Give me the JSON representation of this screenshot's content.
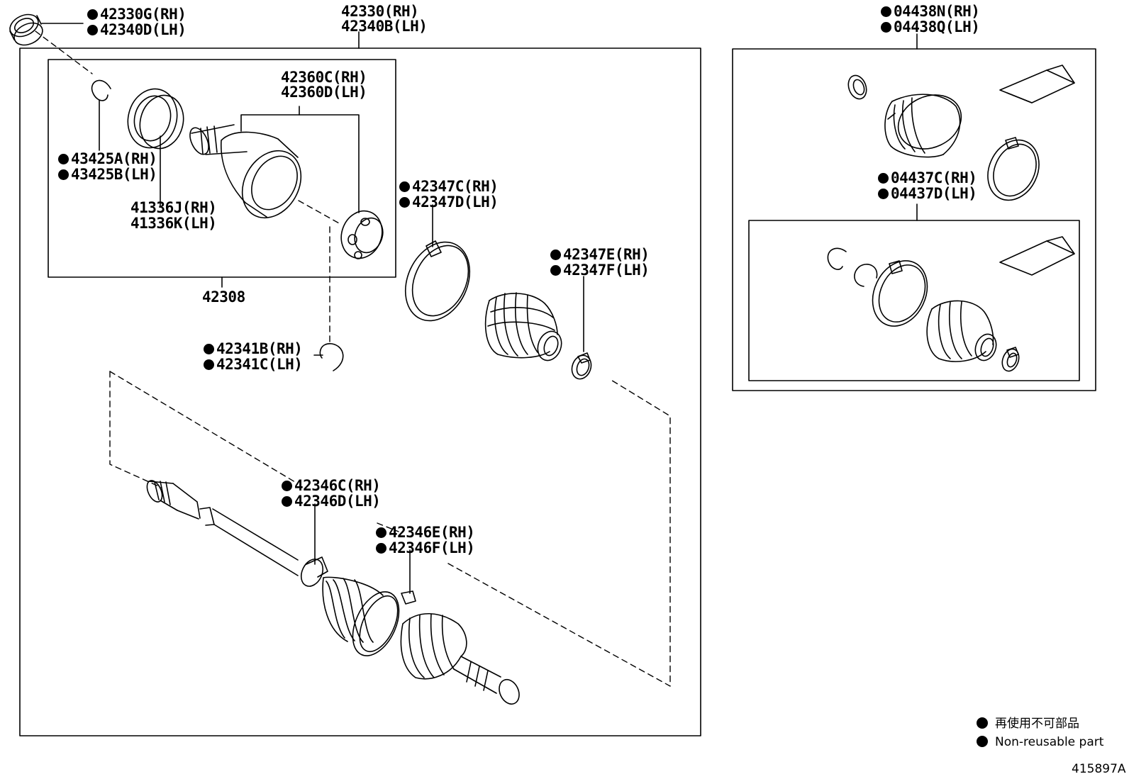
{
  "labels": {
    "p42330G": "42330G(RH)",
    "p42340D": "42340D(LH)",
    "p42330": "42330(RH)",
    "p42340B": "42340B(LH)",
    "p04438N": "04438N(RH)",
    "p04438Q": "04438Q(LH)",
    "p42360C": "42360C(RH)",
    "p42360D": "42360D(LH)",
    "p43425A": "43425A(RH)",
    "p43425B": "43425B(LH)",
    "p41336J": "41336J(RH)",
    "p41336K": "41336K(LH)",
    "p42308": "42308",
    "p42347C": "42347C(RH)",
    "p42347D": "42347D(LH)",
    "p42347E": "42347E(RH)",
    "p42347F": "42347F(LH)",
    "p42341B": "42341B(RH)",
    "p42341C": "42341C(LH)",
    "p04437C": "04437C(RH)",
    "p04437D": "04437D(LH)",
    "p42346C": "42346C(RH)",
    "p42346D": "42346D(LH)",
    "p42346E": "42346E(RH)",
    "p42346F": "42346F(LH)"
  },
  "legend": {
    "japanese": "再使用不可部品",
    "english": "Non-reusable part"
  },
  "diagram_ref": "415897A"
}
